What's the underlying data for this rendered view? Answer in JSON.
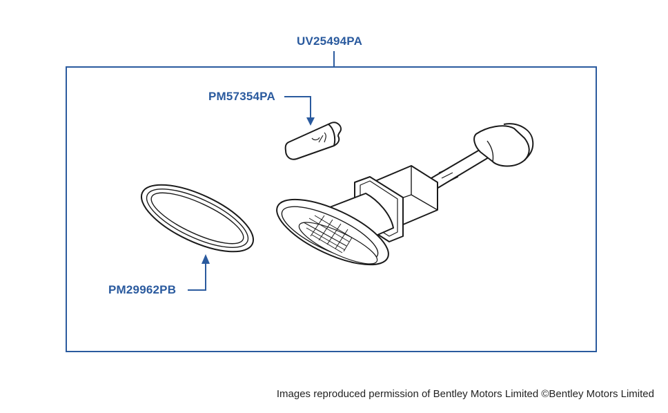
{
  "diagram": {
    "assembly_part_number": "UV25494PA",
    "callouts": [
      {
        "part_number": "PM57354PA"
      },
      {
        "part_number": "PM29962PB"
      }
    ]
  },
  "footer": {
    "credit": "Images reproduced permission of Bentley Motors Limited ©Bentley Motors Limited"
  },
  "colors": {
    "callout": "#2a5a9e",
    "line_art": "#1a1a1a",
    "background": "#ffffff"
  }
}
